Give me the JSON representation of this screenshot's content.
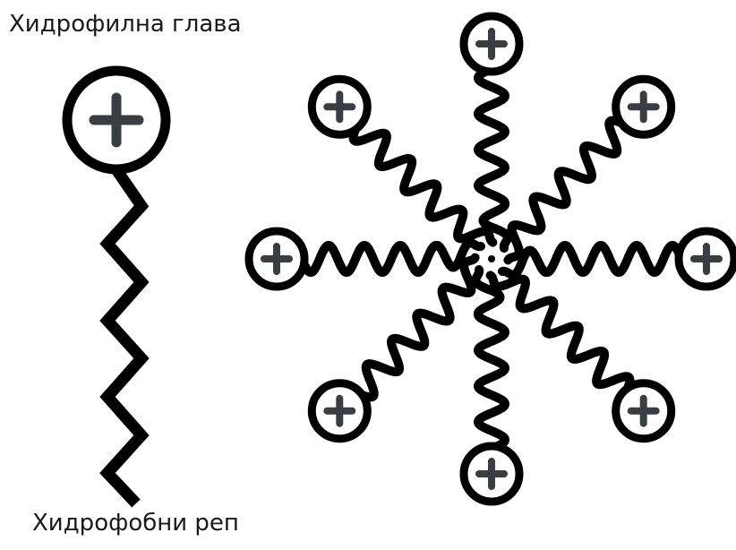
{
  "labels": {
    "hydrophilic_head": "Хидрофилна глава",
    "hydrophobic_tail": "Хидрофобни реп"
  },
  "diagram": {
    "single_molecule": {
      "head_symbol": "+"
    },
    "micelle": {
      "molecule_count": 8,
      "head_symbol": "+"
    }
  },
  "colors": {
    "stroke": "#000000",
    "plus": "#3a3d42",
    "background": "#ffffff"
  }
}
